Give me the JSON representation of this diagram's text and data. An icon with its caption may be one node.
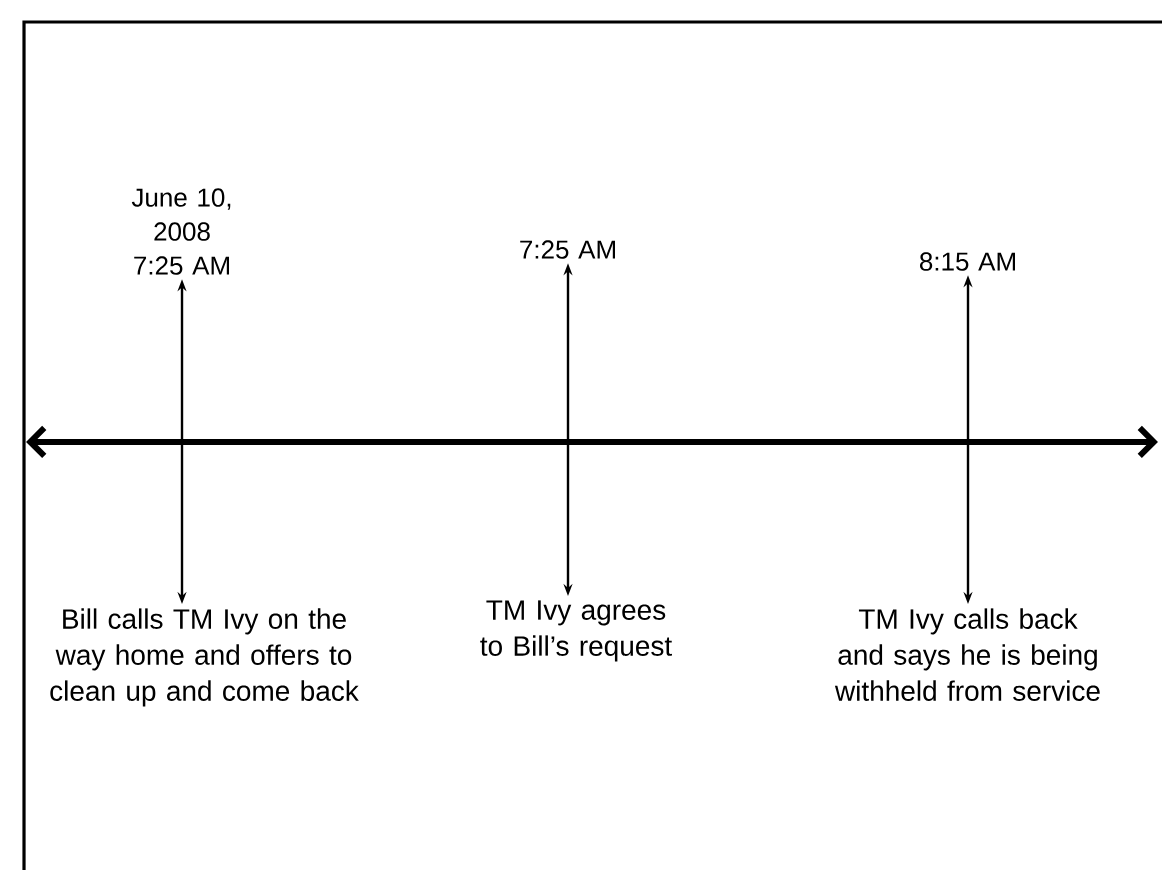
{
  "diagram": {
    "nodes": [
      {
        "text": [
          "June 10, 2008 7:25 AM"
        ]
      },
      {
        "text": [
          "7:25 AM"
        ]
      },
      {
        "text": [
          "8:15 AM"
        ]
      },
      {
        "text": [
          "Bill calls TM Ivy on the way home and offers to clean up and come back"
        ]
      },
      {
        "text": [
          "TM Ivy agrees to Bill’s request"
        ]
      },
      {
        "text": [
          "TM Ivy calls back and says he is being withheld from service"
        ]
      }
    ],
    "edges": [
      {
        "from": 0,
        "to": 3,
        "arrow": "both"
      },
      {
        "from": 1,
        "to": 4,
        "arrow": "both"
      },
      {
        "from": 2,
        "to": 5,
        "arrow": "both"
      }
    ]
  }
}
